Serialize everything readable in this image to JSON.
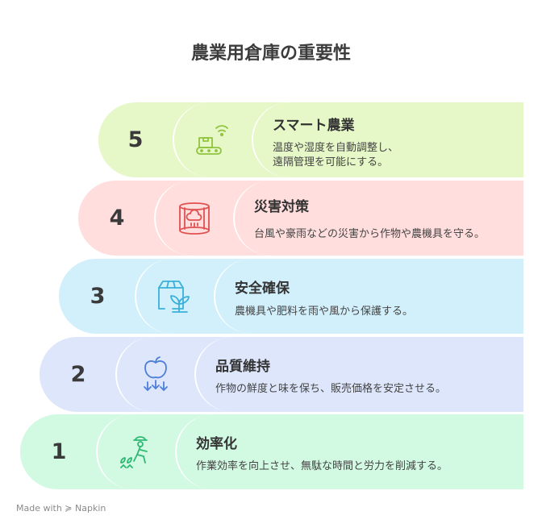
{
  "title": "農業用倉庫の重要性",
  "tiers": [
    {
      "number": "5",
      "heading": "スマート農業",
      "desc_line1": "温度や湿度を自動調整し、",
      "desc_line2": "遠隔管理を可能にする。",
      "icon": "conveyor-wifi-icon",
      "color": "#e6f7c8",
      "stroke": "#8fc43c"
    },
    {
      "number": "4",
      "heading": "災害対策",
      "desc_line1": "台風や豪雨などの災害から作物や農機具を守る。",
      "icon": "storm-shield-icon",
      "color": "#ffdedd",
      "stroke": "#e05050"
    },
    {
      "number": "3",
      "heading": "安全確保",
      "desc_line1": "農機具や肥料を雨や風から保護する。",
      "icon": "box-sprout-icon",
      "color": "#d2f0fb",
      "stroke": "#3ab0d8"
    },
    {
      "number": "2",
      "heading": "品質維持",
      "desc_line1": "作物の鮮度と味を保ち、販売価格を安定させる。",
      "icon": "apple-arrows-icon",
      "color": "#dde6fb",
      "stroke": "#4d7fd8"
    },
    {
      "number": "1",
      "heading": "効率化",
      "desc_line1": "作業効率を向上させ、無駄な時間と労力を削減する。",
      "icon": "farmer-planting-icon",
      "color": "#d2f9e2",
      "stroke": "#2fb874"
    }
  ],
  "footer": "Made with ≽ Napkin"
}
